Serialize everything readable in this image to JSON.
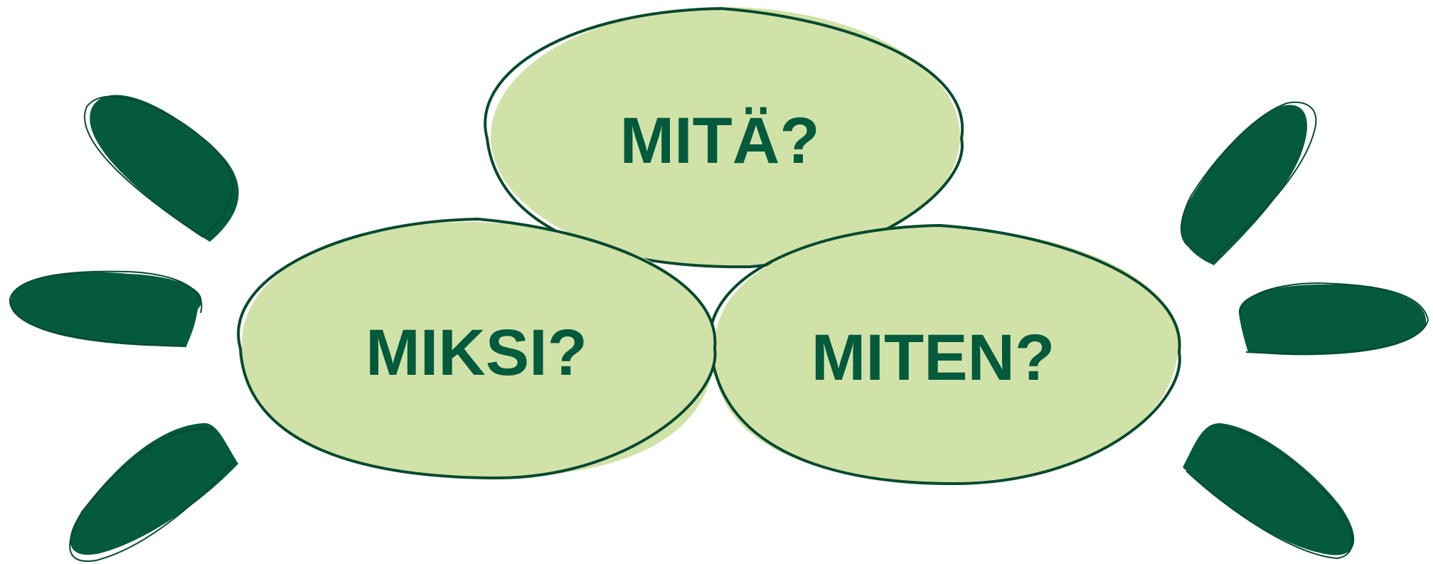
{
  "diagram": {
    "labels": {
      "top": "MITÄ?",
      "left": "MIKSI?",
      "right": "MITEN?"
    },
    "colors": {
      "bubble_fill": "#d1e2a9",
      "bubble_stroke": "#074a2e",
      "ray_fill": "#035a3c",
      "text": "#035a3c",
      "background": "#ffffff"
    }
  }
}
